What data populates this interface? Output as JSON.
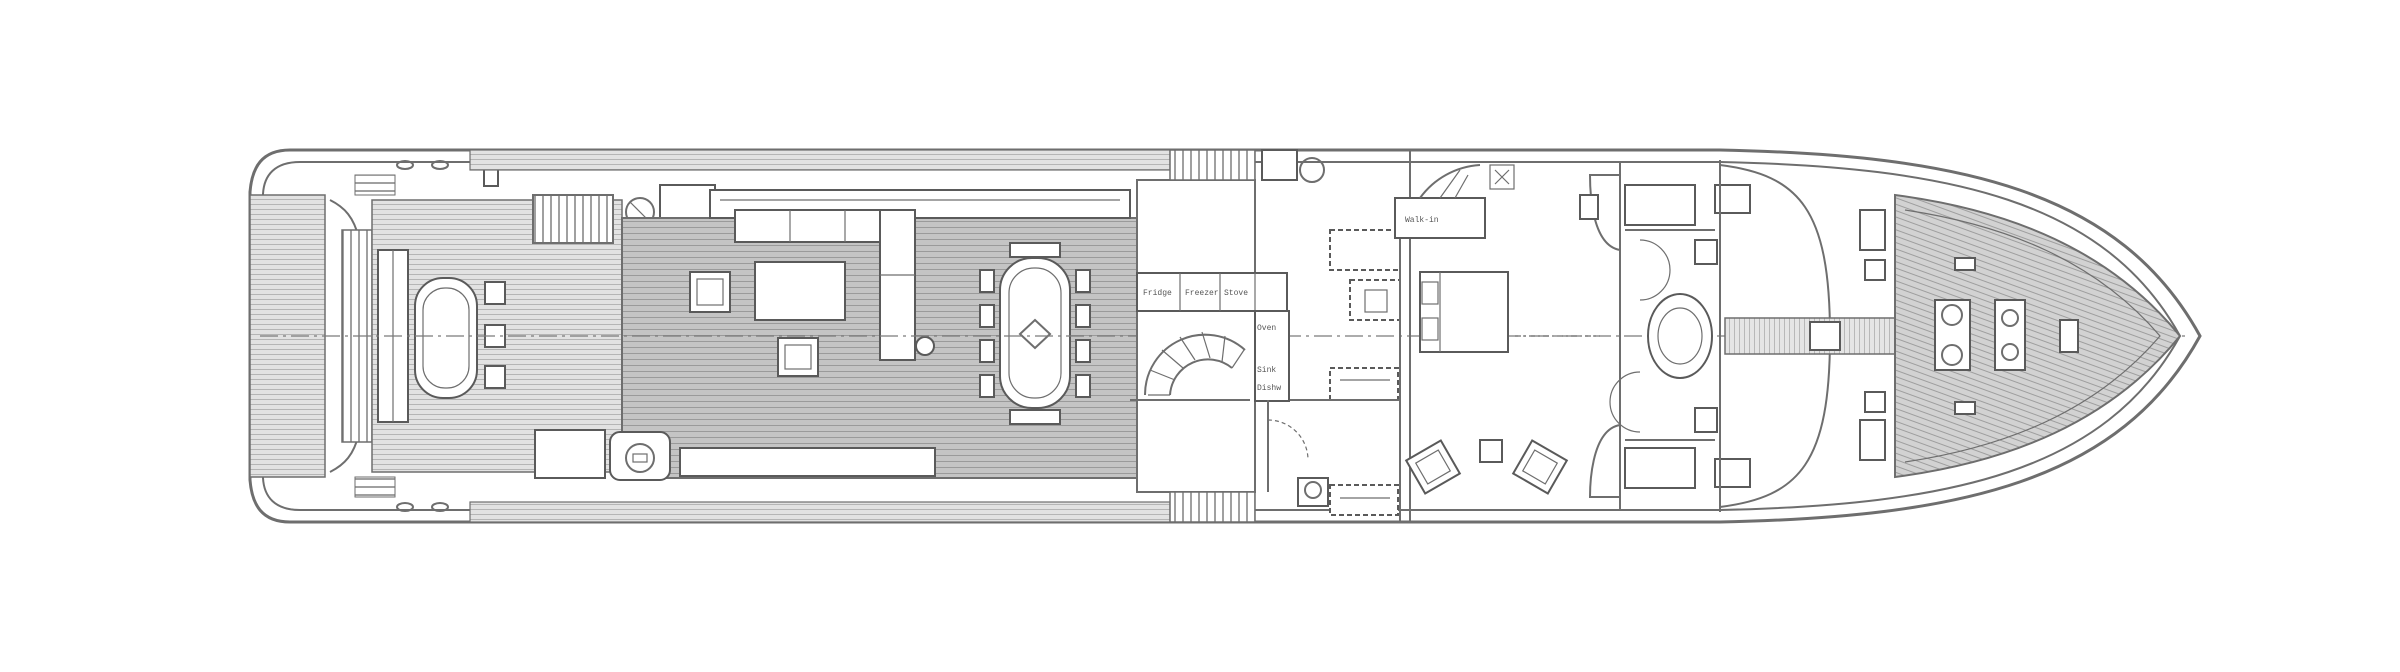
{
  "drawing": {
    "kind": "yacht-deck-plan",
    "line_color": "#6e6e6e",
    "deck_color": "#d7d7d7",
    "teak_color": "#bfbfbf"
  },
  "room_labels": [
    {
      "id": "galley-label-1",
      "text": "Fridge"
    },
    {
      "id": "galley-label-2",
      "text": "Freezer"
    },
    {
      "id": "galley-label-3",
      "text": "Stove"
    },
    {
      "id": "galley-label-4",
      "text": "Oven"
    },
    {
      "id": "galley-label-5",
      "text": "Sink"
    },
    {
      "id": "galley-label-6",
      "text": "Dishw"
    },
    {
      "id": "cabin-label-1",
      "text": "Walk-in"
    }
  ]
}
